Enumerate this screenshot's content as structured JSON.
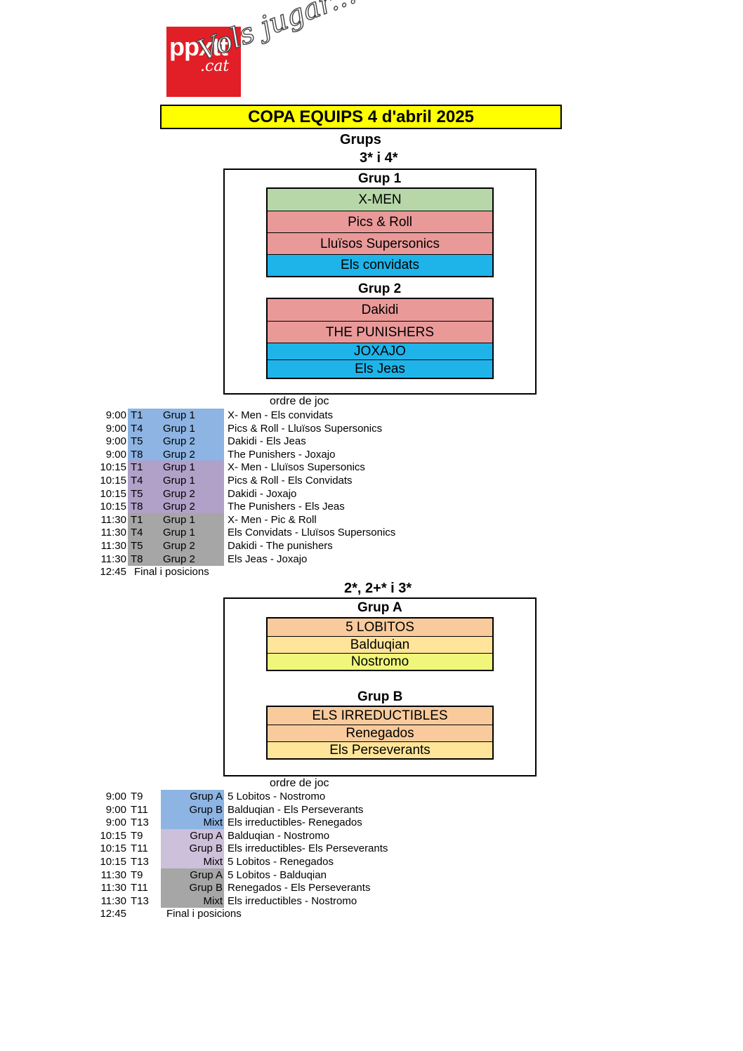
{
  "logo": {
    "main": "ppxtt",
    "sub": ".cat",
    "tagline": "Vols jugar..?"
  },
  "title": "COPA EQUIPS  4 d'abril 2025",
  "groups_heading": "Grups",
  "section1": {
    "heading": "3* i 4*",
    "groups": [
      {
        "name": "Grup 1",
        "teams": [
          {
            "name": "X-MEN",
            "color": "#b7d7a8"
          },
          {
            "name": "Pics & Roll",
            "color": "#ea9999"
          },
          {
            "name": "Lluïsos Supersonics",
            "color": "#ea9999"
          },
          {
            "name": "Els convidats",
            "color": "#1eb4ea"
          }
        ]
      },
      {
        "name": "Grup 2",
        "teams": [
          {
            "name": "Dakidi",
            "color": "#ea9999"
          },
          {
            "name": "THE PUNISHERS",
            "color": "#ea9999"
          },
          {
            "name": "JOXAJO",
            "color": "#1eb4ea"
          },
          {
            "name": "Els Jeas",
            "color": "#1eb4ea"
          }
        ]
      }
    ],
    "order_label": "ordre de joc",
    "schedule": [
      {
        "time": "9:00",
        "table": "T1",
        "group": "Grup 1",
        "match": "X- Men - Els convidats",
        "color": "#8db4e2"
      },
      {
        "time": "9:00",
        "table": "T4",
        "group": "Grup 1",
        "match": "Pics & Roll - Lluïsos Supersonics",
        "color": "#8db4e2"
      },
      {
        "time": "9:00",
        "table": "T5",
        "group": "Grup 2",
        "match": "Dakidi - Els Jeas",
        "color": "#8db4e2"
      },
      {
        "time": "9:00",
        "table": "T8",
        "group": "Grup 2",
        "match": "The Punishers - Joxajo",
        "color": "#8db4e2"
      },
      {
        "time": "10:15",
        "table": "T1",
        "group": "Grup 1",
        "match": "X- Men - Lluïsos Supersonics",
        "color": "#b1a0c7"
      },
      {
        "time": "10:15",
        "table": "T4",
        "group": "Grup 1",
        "match": "Pics & Roll - Els Convidats",
        "color": "#b1a0c7"
      },
      {
        "time": "10:15",
        "table": "T5",
        "group": "Grup 2",
        "match": "Dakidi - Joxajo",
        "color": "#b1a0c7"
      },
      {
        "time": "10:15",
        "table": "T8",
        "group": "Grup 2",
        "match": "The Punishers - Els Jeas",
        "color": "#b1a0c7"
      },
      {
        "time": "11:30",
        "table": "T1",
        "group": "Grup 1",
        "match": "X- Men - Pic & Roll",
        "color": "#a6a6a6"
      },
      {
        "time": "11:30",
        "table": "T4",
        "group": "Grup 1",
        "match": "Els Convidats - Lluïsos Supersonics",
        "color": "#a6a6a6"
      },
      {
        "time": "11:30",
        "table": "T5",
        "group": "Grup 2",
        "match": "Dakidi - The punishers",
        "color": "#a6a6a6"
      },
      {
        "time": "11:30",
        "table": "T8",
        "group": "Grup 2",
        "match": "Els Jeas - Joxajo",
        "color": "#a6a6a6"
      }
    ],
    "final": {
      "time": "12:45",
      "text": "Final i posicions"
    }
  },
  "section2": {
    "heading": "2*, 2+* i 3*",
    "groups": [
      {
        "name": "Grup A",
        "teams": [
          {
            "name": "5 LOBITOS",
            "color": "#f9cb9c"
          },
          {
            "name": "Balduqian",
            "color": "#ffe599"
          },
          {
            "name": "Nostromo",
            "color": "#f0f67a"
          }
        ]
      },
      {
        "name": "Grup B",
        "teams": [
          {
            "name": "ELS IRREDUCTIBLES",
            "color": "#f9cb9c"
          },
          {
            "name": "Renegados",
            "color": "#f9cb9c"
          },
          {
            "name": "Els Perseverants",
            "color": "#ffe599"
          }
        ]
      }
    ],
    "order_label": "ordre de joc",
    "schedule": [
      {
        "time": "9:00",
        "table": "T9",
        "group": "Grup A",
        "match": "5 Lobitos - Nostromo",
        "color": "#8db4e2"
      },
      {
        "time": "9:00",
        "table": "T11",
        "group": "Grup B",
        "match": "Balduqian - Els Perseverants",
        "color": "#8db4e2"
      },
      {
        "time": "9:00",
        "table": "T13",
        "group": "Mixt",
        "match": "Els irreductibles- Renegados",
        "color": "#8db4e2"
      },
      {
        "time": "10:15",
        "table": "T9",
        "group": "Grup A",
        "match": "Balduqian - Nostromo",
        "color": "#ccc0da"
      },
      {
        "time": "10:15",
        "table": "T11",
        "group": "Grup B",
        "match": "Els irreductibles- Els Perseverants",
        "color": "#ccc0da"
      },
      {
        "time": "10:15",
        "table": "T13",
        "group": "Mixt",
        "match": "5 Lobitos - Renegados",
        "color": "#ccc0da"
      },
      {
        "time": "11:30",
        "table": "T9",
        "group": "Grup A",
        "match": "5 Lobitos - Balduqian",
        "color": "#a6a6a6"
      },
      {
        "time": "11:30",
        "table": "T11",
        "group": "Grup B",
        "match": "Renegados - Els Perseverants",
        "color": "#a6a6a6"
      },
      {
        "time": "11:30",
        "table": "T13",
        "group": "Mixt",
        "match": "Els irreductibles - Nostromo",
        "color": "#a6a6a6"
      }
    ],
    "final": {
      "time": "12:45",
      "text": "Final i posicions"
    }
  }
}
